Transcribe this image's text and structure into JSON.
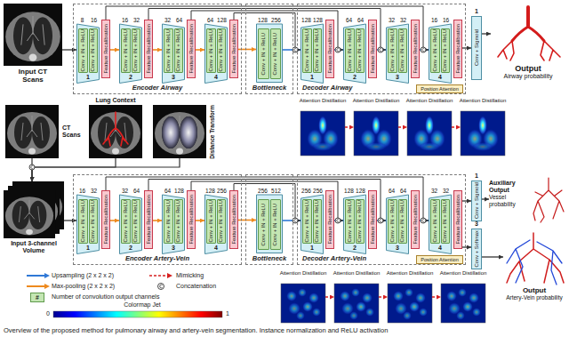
{
  "diagram": {
    "caption": "Overview of the proposed method for pulmonary airway and artery-vein segmentation. Instance normalization and ReLU activation",
    "nodes": [
      {
        "text": [
          "Input CT Scans"
        ]
      },
      {
        "text": [
          "Encoder Airway"
        ]
      },
      {
        "text": [
          "8",
          "16",
          "Conv + IN + ReLU",
          "Conv + IN + ReLU",
          "1"
        ],
        "in": 1
      },
      {
        "text": [
          "Feature Recalibration"
        ],
        "in": 1
      },
      {
        "text": [
          "16",
          "32",
          "Conv + IN + ReLU",
          "Conv + IN + ReLU",
          "2"
        ],
        "in": 1
      },
      {
        "text": [
          "Feature Recalibration"
        ],
        "in": 1
      },
      {
        "text": [
          "32",
          "64",
          "Conv + IN + ReLU",
          "Conv + IN + ReLU",
          "3"
        ],
        "in": 1
      },
      {
        "text": [
          "Feature Recalibration"
        ],
        "in": 1
      },
      {
        "text": [
          "64",
          "128",
          "Conv + IN + ReLU",
          "Conv + IN + ReLU",
          "4"
        ],
        "in": 1
      },
      {
        "text": [
          "Feature Recalibration"
        ],
        "in": 1
      },
      {
        "text": [
          "Bottleneck"
        ]
      },
      {
        "text": [
          "128",
          "256",
          "Conv + IN + ReLU",
          "Conv + IN + ReLU"
        ],
        "in": 10
      },
      {
        "text": [
          "Decoder Airway"
        ]
      },
      {
        "text": [
          "128",
          "128",
          "Conv + IN + ReLU",
          "Conv + IN + ReLU",
          "1"
        ],
        "in": 12
      },
      {
        "text": [
          "Feature Recalibration"
        ],
        "in": 12
      },
      {
        "text": [
          "64",
          "64",
          "Conv + IN + ReLU",
          "Conv + IN + ReLU",
          "2"
        ],
        "in": 12
      },
      {
        "text": [
          "Feature Recalibration"
        ],
        "in": 12
      },
      {
        "text": [
          "32",
          "32",
          "Conv + IN + ReLU",
          "Conv + IN + ReLU",
          "3"
        ],
        "in": 12
      },
      {
        "text": [
          "Feature Recalibration"
        ],
        "in": 12
      },
      {
        "text": [
          "16",
          "16",
          "Conv + IN + ReLU",
          "Conv + IN + ReLU",
          "4"
        ],
        "in": 12
      },
      {
        "text": [
          "Feature Recalibration"
        ],
        "in": 12
      },
      {
        "text": [
          "Position Attention"
        ],
        "in": 12
      },
      {
        "text": [
          "1",
          "Conv + Sigmoid"
        ]
      },
      {
        "text": [
          "Output",
          "Airway probability"
        ]
      },
      {
        "text": [
          "Attention Distillation"
        ]
      },
      {
        "text": [
          "Attention Distillation"
        ]
      },
      {
        "text": [
          "Attention Distillation"
        ]
      },
      {
        "text": [
          "Attention Distillation"
        ]
      },
      {
        "text": [
          "CT Scans"
        ]
      },
      {
        "text": [
          "Lung Context"
        ]
      },
      {
        "text": [
          "Distance Transform"
        ]
      },
      {
        "text": [
          "Input 3-channel Volume"
        ]
      },
      {
        "text": [
          "Encoder Artery-Vein"
        ]
      },
      {
        "text": [
          "16",
          "32",
          "Conv + IN + ReLU",
          "Conv + IN + ReLU",
          "1"
        ],
        "in": 32
      },
      {
        "text": [
          "Feature Recalibration"
        ],
        "in": 32
      },
      {
        "text": [
          "32",
          "64",
          "Conv + IN + ReLU",
          "Conv + IN + ReLU",
          "2"
        ],
        "in": 32
      },
      {
        "text": [
          "Feature Recalibration"
        ],
        "in": 32
      },
      {
        "text": [
          "64",
          "128",
          "Conv + IN + ReLU",
          "Conv + IN + ReLU",
          "3"
        ],
        "in": 32
      },
      {
        "text": [
          "Feature Recalibration"
        ],
        "in": 32
      },
      {
        "text": [
          "128",
          "256",
          "Conv + IN + ReLU",
          "Conv + IN + ReLU",
          "4"
        ],
        "in": 32
      },
      {
        "text": [
          "Feature Recalibration"
        ],
        "in": 32
      },
      {
        "text": [
          "Bottleneck"
        ]
      },
      {
        "text": [
          "256",
          "512",
          "Conv + IN + ReLU",
          "Conv + IN + ReLU"
        ],
        "in": 41
      },
      {
        "text": [
          "Decoder Artery-Vein"
        ]
      },
      {
        "text": [
          "256",
          "256",
          "Conv + IN + ReLU",
          "Conv + IN + ReLU",
          "1"
        ],
        "in": 43
      },
      {
        "text": [
          "Feature Recalibration"
        ],
        "in": 43
      },
      {
        "text": [
          "128",
          "128",
          "Conv + IN + ReLU",
          "Conv + IN + ReLU",
          "2"
        ],
        "in": 43
      },
      {
        "text": [
          "Feature Recalibration"
        ],
        "in": 43
      },
      {
        "text": [
          "64",
          "64",
          "Conv + IN + ReLU",
          "Conv + IN + ReLU",
          "3"
        ],
        "in": 43
      },
      {
        "text": [
          "Feature Recalibration"
        ],
        "in": 43
      },
      {
        "text": [
          "32",
          "32",
          "Conv + IN + ReLU",
          "Conv + IN + ReLU",
          "4"
        ],
        "in": 43
      },
      {
        "text": [
          "Feature Recalibration"
        ],
        "in": 43
      },
      {
        "text": [
          "Position Attention"
        ],
        "in": 43
      },
      {
        "text": [
          "1",
          "Conv + Sigmoid"
        ]
      },
      {
        "text": [
          "3",
          "Conv + Softmax"
        ]
      },
      {
        "text": [
          "Auxiliary Output",
          "Vessel probability"
        ]
      },
      {
        "text": [
          "Output",
          "Artery-Vein probability"
        ]
      },
      {
        "text": [
          "Attention Distillation"
        ]
      },
      {
        "text": [
          "Attention Distillation"
        ]
      },
      {
        "text": [
          "Attention Distillation"
        ]
      },
      {
        "text": [
          "Attention Distillation"
        ]
      }
    ],
    "edges": [
      {
        "from": 0,
        "to": 2,
        "arrow": "to"
      },
      {
        "from": 3,
        "to": 4,
        "arrow": "to"
      },
      {
        "from": 5,
        "to": 6,
        "arrow": "to"
      },
      {
        "from": 7,
        "to": 8,
        "arrow": "to"
      },
      {
        "from": 9,
        "to": 11,
        "arrow": "to"
      },
      {
        "from": 11,
        "to": 13,
        "arrow": "to"
      },
      {
        "from": 14,
        "to": 15,
        "arrow": "to"
      },
      {
        "from": 16,
        "to": 17,
        "arrow": "to"
      },
      {
        "from": 18,
        "to": 19,
        "arrow": "to"
      },
      {
        "from": 20,
        "to": 22,
        "arrow": "to"
      },
      {
        "from": 22,
        "to": 23,
        "arrow": "to"
      },
      {
        "from": 9,
        "to": 13,
        "arrow": "to"
      },
      {
        "from": 7,
        "to": 15,
        "arrow": "to"
      },
      {
        "from": 5,
        "to": 17,
        "arrow": "to"
      },
      {
        "from": 3,
        "to": 19,
        "arrow": "to"
      },
      {
        "from": 24,
        "to": 25,
        "arrow": "to"
      },
      {
        "from": 25,
        "to": 26,
        "arrow": "to"
      },
      {
        "from": 26,
        "to": 27,
        "arrow": "to"
      },
      {
        "from": 28,
        "to": 31,
        "arrow": "to"
      },
      {
        "from": 29,
        "to": 31,
        "arrow": "to"
      },
      {
        "from": 30,
        "to": 31,
        "arrow": "to"
      },
      {
        "from": 31,
        "to": 33,
        "arrow": "to"
      },
      {
        "from": 34,
        "to": 35,
        "arrow": "to"
      },
      {
        "from": 36,
        "to": 37,
        "arrow": "to"
      },
      {
        "from": 38,
        "to": 39,
        "arrow": "to"
      },
      {
        "from": 40,
        "to": 42,
        "arrow": "to"
      },
      {
        "from": 42,
        "to": 44,
        "arrow": "to"
      },
      {
        "from": 45,
        "to": 46,
        "arrow": "to"
      },
      {
        "from": 47,
        "to": 48,
        "arrow": "to"
      },
      {
        "from": 49,
        "to": 50,
        "arrow": "to"
      },
      {
        "from": 51,
        "to": 53,
        "arrow": "to"
      },
      {
        "from": 51,
        "to": 54,
        "arrow": "to"
      },
      {
        "from": 53,
        "to": 55,
        "arrow": "to"
      },
      {
        "from": 54,
        "to": 56,
        "arrow": "to"
      },
      {
        "from": 40,
        "to": 44,
        "arrow": "to"
      },
      {
        "from": 38,
        "to": 46,
        "arrow": "to"
      },
      {
        "from": 36,
        "to": 48,
        "arrow": "to"
      },
      {
        "from": 34,
        "to": 50,
        "arrow": "to"
      },
      {
        "from": 57,
        "to": 58,
        "arrow": "to"
      },
      {
        "from": 58,
        "to": 59,
        "arrow": "to"
      },
      {
        "from": 59,
        "to": 60,
        "arrow": "to"
      }
    ],
    "labels": [
      "#",
      "Colormap Jet",
      "0",
      "1"
    ],
    "legend": [
      {
        "text": "Upsampling (2 x 2 x 2)"
      },
      {
        "text": "Max-pooling (2 x 2 x 2)"
      },
      {
        "text": "Mimicking"
      },
      {
        "text": "Concatenation"
      },
      {
        "text": "Number of convolution output channels",
        "color": "#c4e6b3"
      }
    ]
  }
}
